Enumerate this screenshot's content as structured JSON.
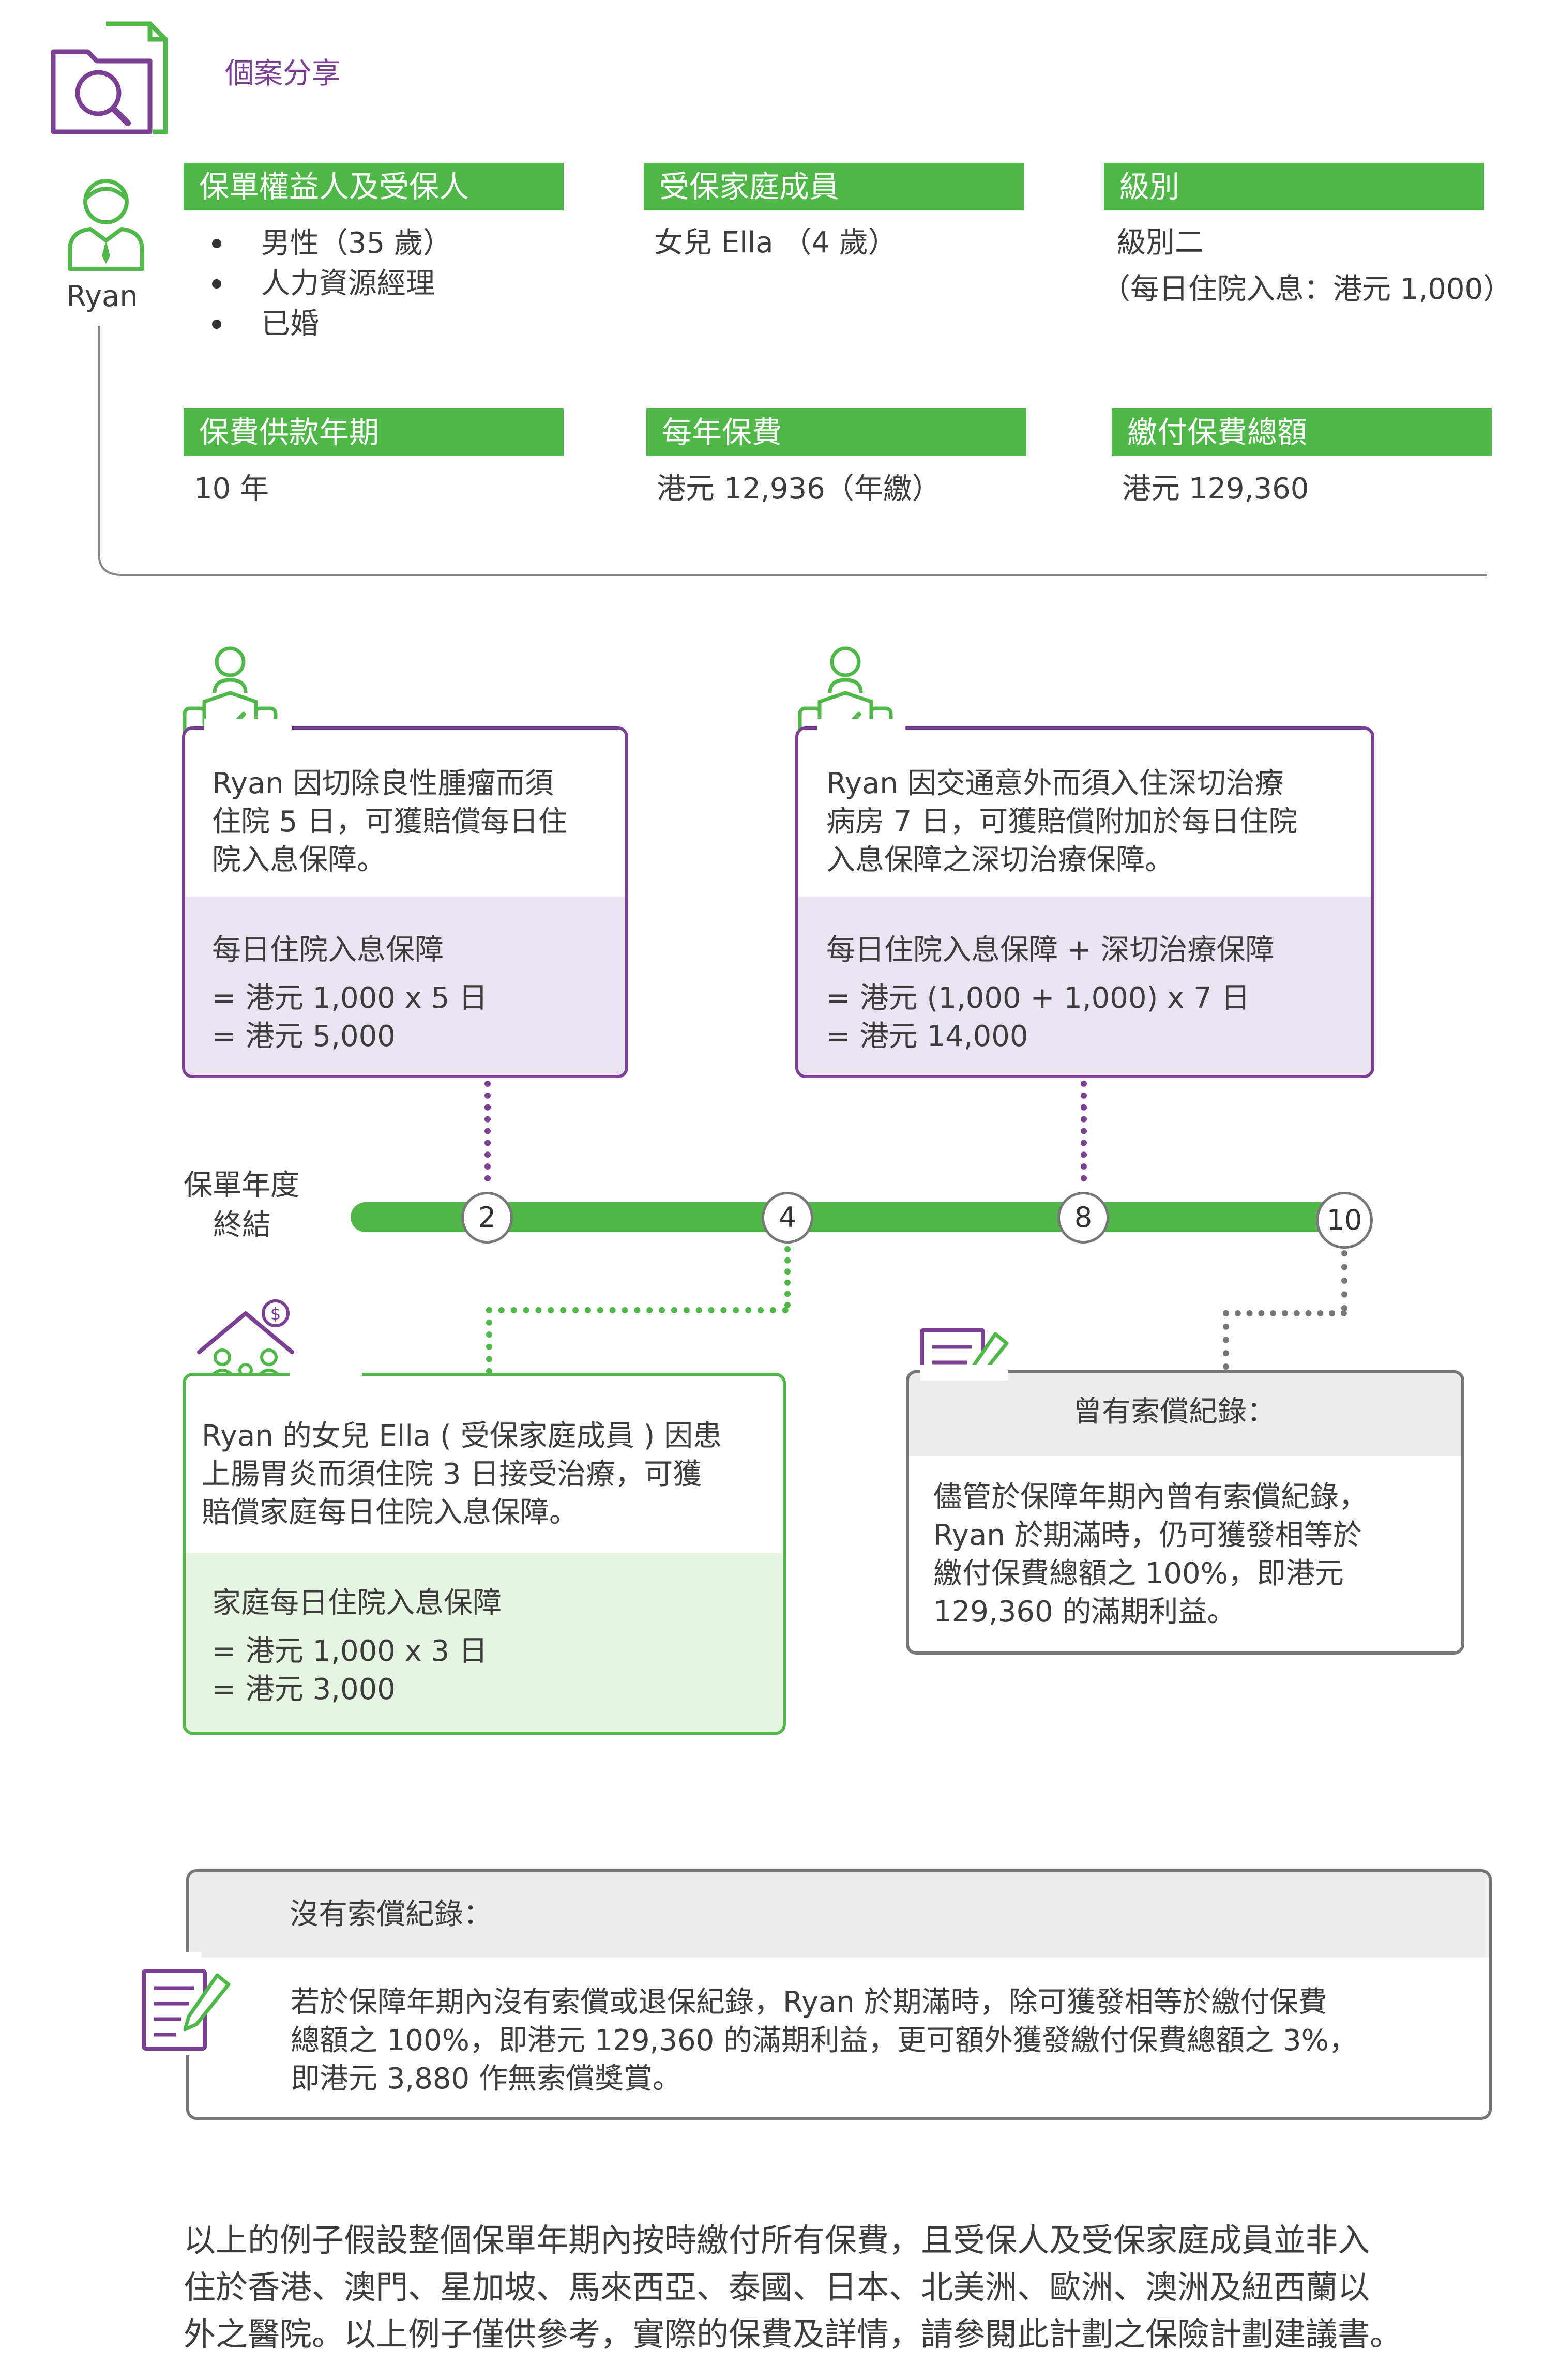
{
  "header": {
    "title": "個案分享"
  },
  "person": {
    "name": "Ryan"
  },
  "profile": {
    "policy_owner": {
      "label": "保單權益人及受保人",
      "items": [
        "男性（35 歲）",
        "人力資源經理",
        "已婚"
      ]
    },
    "family_member": {
      "label": "受保家庭成員",
      "value": "女兒 Ella （4 歲）"
    },
    "level": {
      "label": "級別",
      "value": "級別二",
      "note": "（每日住院入息：港元 1,000）"
    },
    "term": {
      "label": "保費供款年期",
      "value": "10 年"
    },
    "annual_premium": {
      "label": "每年保費",
      "value": "港元 12,936（年繳）"
    },
    "total_premium": {
      "label": "繳付保費總額",
      "value": "港元 129,360"
    }
  },
  "events": {
    "year2": {
      "lines": [
        "Ryan 因切除良性腫瘤而須",
        "住院 5 日，可獲賠償每日住",
        "院入息保障。"
      ],
      "calc_title": "每日住院入息保障",
      "calc_lines": [
        "= 港元 1,000 x 5 日",
        "= 港元 5,000"
      ]
    },
    "year8": {
      "lines": [
        "Ryan 因交通意外而須入住深切治療",
        "病房 7 日，可獲賠償附加於每日住院",
        "入息保障之深切治療保障。"
      ],
      "calc_title": "每日住院入息保障 + 深切治療保障",
      "calc_lines": [
        "= 港元 (1,000 + 1,000) x 7 日",
        "= 港元 14,000"
      ]
    },
    "year4": {
      "lines": [
        "Ryan 的女兒 Ella ( 受保家庭成員 ) 因患",
        "上腸胃炎而須住院 3 日接受治療，可獲",
        "賠償家庭每日住院入息保障。"
      ],
      "calc_title": "家庭每日住院入息保障",
      "calc_lines": [
        "= 港元 1,000 x 3 日",
        "= 港元 3,000"
      ]
    },
    "year10": {
      "title": "曾有索償紀錄：",
      "lines": [
        "儘管於保障年期內曾有索償紀錄，",
        "Ryan 於期滿時，仍可獲發相等於",
        "繳付保費總額之 100%，即港元",
        "129,360 的滿期利益。"
      ]
    }
  },
  "timeline": {
    "label_lines": [
      "保單年度",
      "終結"
    ],
    "nodes": [
      "2",
      "4",
      "8",
      "10"
    ]
  },
  "no_claim": {
    "title": "沒有索償紀錄：",
    "lines": [
      "若於保障年期內沒有索償或退保紀錄，Ryan 於期滿時，除可獲發相等於繳付保費",
      "總額之 100%，即港元 129,360 的滿期利益，更可額外獲發繳付保費總額之 3%，",
      "即港元 3,880 作無索償獎賞。"
    ]
  },
  "footnote": {
    "lines": [
      "以上的例子假設整個保單年期內按時繳付所有保費，且受保人及受保家庭成員並非入",
      "住於香港、澳門、星加坡、馬來西亞、泰國、日本、北美洲、歐洲、澳洲及紐西蘭以",
      "外之醫院。以上例子僅供參考，實際的保費及詳情，請參閱此計劃之保險計劃建議書。"
    ]
  },
  "colors": {
    "green": "#4fb848",
    "purple": "#7b3f93",
    "grey": "#777777",
    "purple_fill": "#ebe3f1",
    "green_fill": "#e6f4e2"
  },
  "icons": [
    "folder-search-icon",
    "person-icon",
    "insured-person-icon",
    "family-house-icon",
    "form-pen-icon"
  ]
}
